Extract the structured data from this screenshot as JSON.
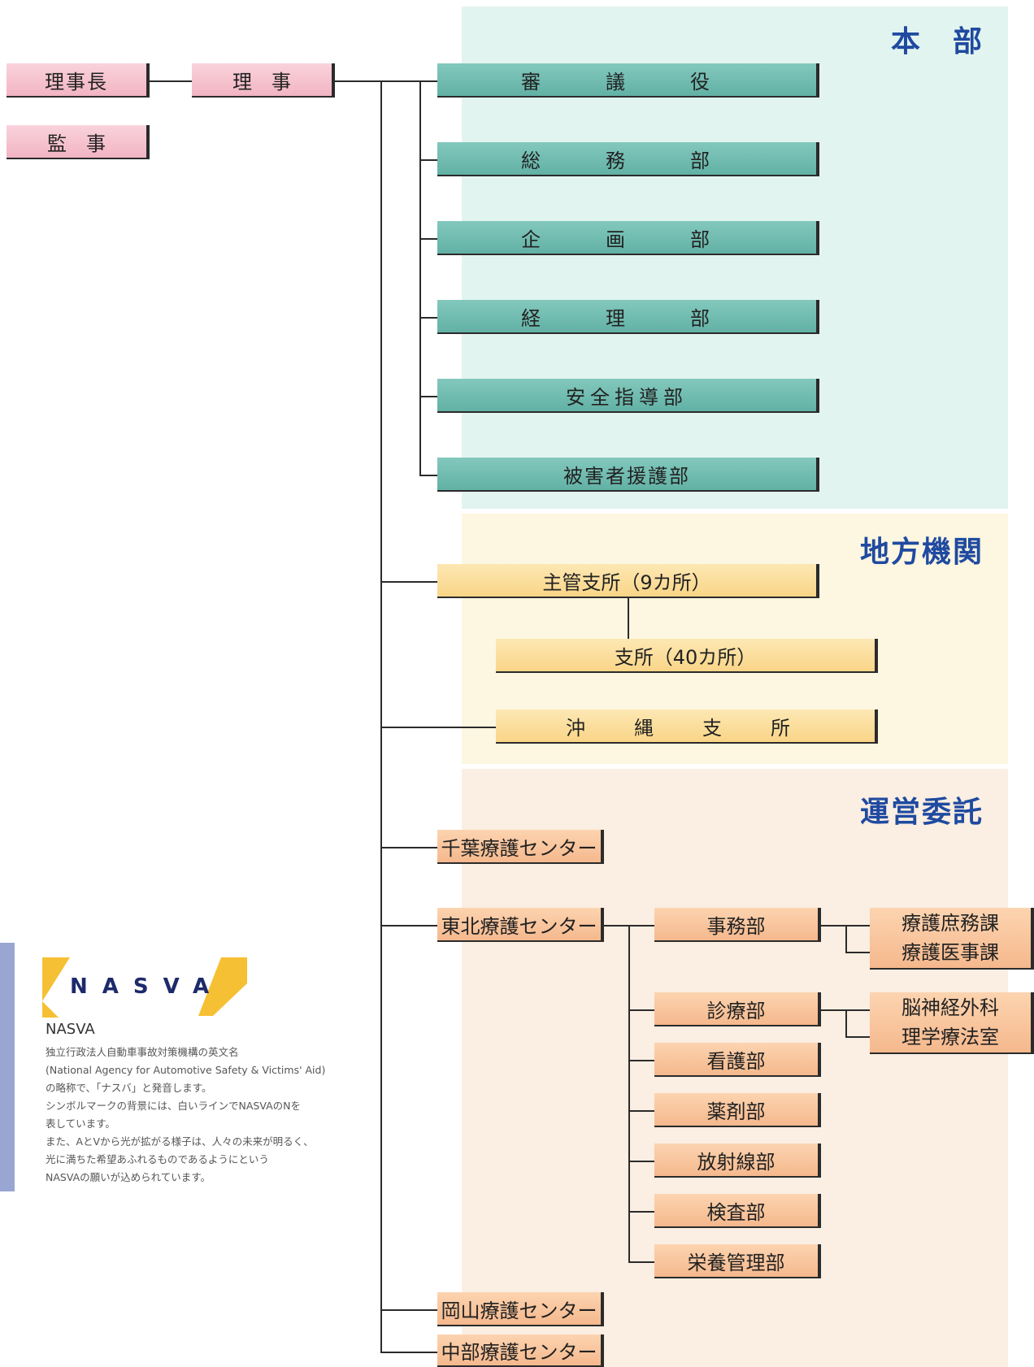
{
  "sections": {
    "honbu": "本　部",
    "chiho": "地方機関",
    "unei": "運営委託"
  },
  "executives": {
    "chairman": "理事長",
    "director": "理　事",
    "auditor": "監　事"
  },
  "honbu_departments": [
    "審　議　役",
    "総　務　部",
    "企　画　部",
    "経　理　部",
    "安全指導部",
    "被害者援護部"
  ],
  "regional": {
    "main_branch": "主管支所（9カ所）",
    "branch": "支所（40カ所）",
    "okinawa": "沖　縄　支　所"
  },
  "centers": {
    "chiba": "千葉療護センター",
    "tohoku": "東北療護センター",
    "okayama": "岡山療護センター",
    "chubu": "中部療護センター"
  },
  "tohoku_departments": [
    "事務部",
    "診療部",
    "看護部",
    "薬剤部",
    "放射線部",
    "検査部",
    "栄養管理部"
  ],
  "jimu_sections": [
    "療護庶務課",
    "療護医事課"
  ],
  "shinryo_sections": [
    "脳神経外科",
    "理学療法室"
  ],
  "logo": {
    "mark_text": "NASVA",
    "name": "NASVA",
    "description": [
      "独立行政法人自動車事故対策機構の英文名",
      "(National Agency for Automotive Safety & Victims' Aid)",
      "の略称で、「ナスバ」と発音します。",
      "シンボルマークの背景には、白いラインでNASVAのNを",
      "表しています。",
      "また、AとVから光が拡がる様子は、人々の未来が明るく、",
      "光に満ちた希望あふれるものであるようにという",
      "NASVAの願いが込められています。"
    ],
    "colors": {
      "yellow": "#f5c033",
      "navy": "#1d2a6b"
    }
  }
}
